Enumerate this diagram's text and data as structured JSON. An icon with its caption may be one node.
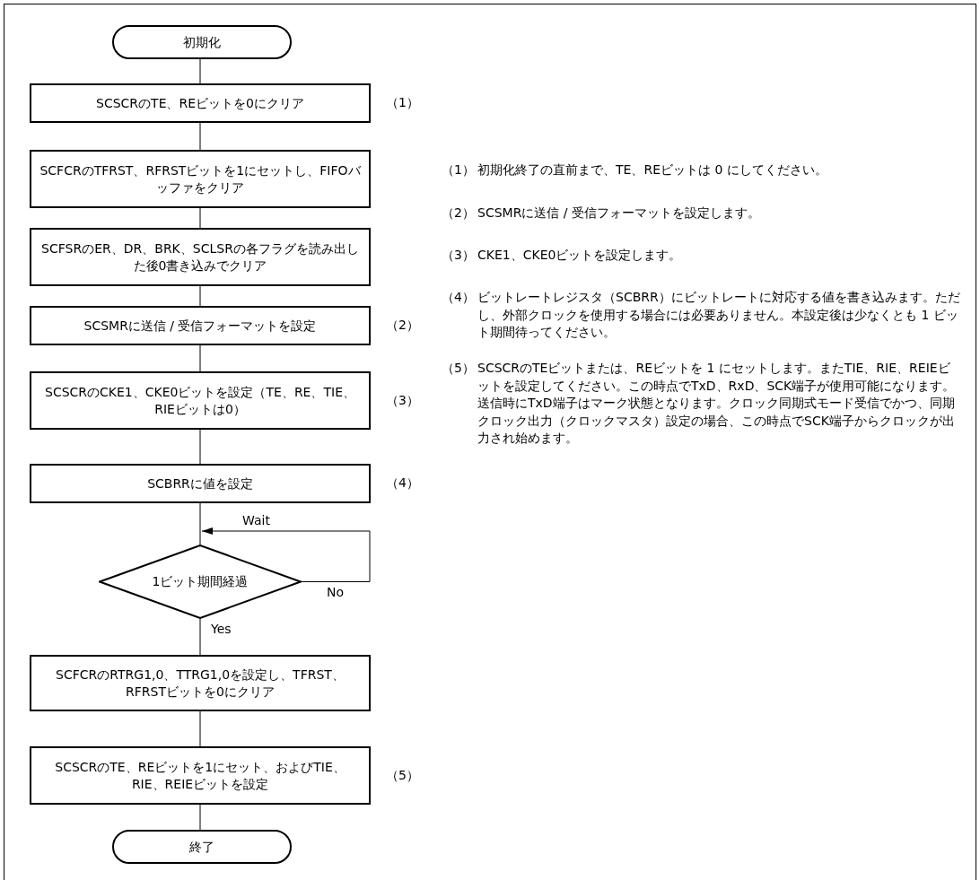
{
  "diagram": {
    "nodes": [
      {
        "text": [
          "初期化"
        ]
      },
      {
        "text": [
          "SCSCRのTE、REビットを0にクリア"
        ],
        "beside": [
          "（1）"
        ]
      },
      {
        "text": [
          "SCFCRのTFRST、RFRSTビットを1にセットし、FIFOバッファをクリア"
        ]
      },
      {
        "text": [
          "SCFSRのER、DR、BRK、SCLSRの各フラグを読み出した後0書き込みでクリア"
        ]
      },
      {
        "text": [
          "SCSMRに送信 / 受信フォーマットを設定"
        ],
        "beside": [
          "（2）"
        ]
      },
      {
        "text": [
          "SCSCRのCKE1、CKE0ビットを設定（TE、RE、TIE、RIEビットは0）"
        ],
        "beside": [
          "（3）"
        ]
      },
      {
        "text": [
          "SCBRRに値を設定"
        ],
        "beside": [
          "（4）"
        ]
      },
      {
        "text": [
          "1ビット期間経過"
        ]
      },
      {
        "text": [
          "SCFCRのRTRG1,0、TTRG1,0を設定し、TFRST、RFRSTビットを0にクリア"
        ]
      },
      {
        "text": [
          "SCSCRのTE、REビットを1にセット、およびTIE、RIE、REIEビットを設定"
        ],
        "beside": [
          "（5）"
        ]
      },
      {
        "text": [
          "終了"
        ]
      }
    ],
    "edges": [
      {
        "from": 0,
        "to": 1,
        "arrow": "none"
      },
      {
        "from": 1,
        "to": 2,
        "arrow": "none"
      },
      {
        "from": 2,
        "to": 3,
        "arrow": "none"
      },
      {
        "from": 3,
        "to": 4,
        "arrow": "none"
      },
      {
        "from": 4,
        "to": 5,
        "arrow": "none"
      },
      {
        "from": 5,
        "to": 6,
        "arrow": "none"
      },
      {
        "from": 6,
        "to": 7,
        "arrow": "none"
      },
      {
        "from": 7,
        "to": 7,
        "arrow": "to",
        "label": "No"
      },
      {
        "from": 7,
        "to": 8,
        "arrow": "none",
        "label": "Yes"
      },
      {
        "from": 8,
        "to": 9,
        "arrow": "none"
      },
      {
        "from": 9,
        "to": 10,
        "arrow": "none"
      }
    ],
    "labels": [
      "Wait",
      "（1）",
      "初期化終了の直前まで、TE、REビットは 0 にしてください。",
      "（2）",
      "SCSMRに送信 / 受信フォーマットを設定します。",
      "（3）",
      "CKE1、CKE0ビットを設定します。",
      "（4）",
      "ビットレートレジスタ（SCBRR）にビットレートに対応する値を書き込みます。ただし、外部クロックを使用する場合には必要ありません。本設定後は少なくとも 1 ビット期間待ってください。",
      "（5）",
      "SCSCRのTEビットまたは、REビットを 1 にセットします。またTIE、RIE、REIEビットを設定してください。この時点でTxD、RxD、SCK端子が使用可能になります。送信時にTxD端子はマーク状態となります。クロック同期式モード受信でかつ、同期クロック出力（クロックマスタ）設定の場合、この時点でSCK端子からクロックが出力され始めます。"
    ]
  }
}
